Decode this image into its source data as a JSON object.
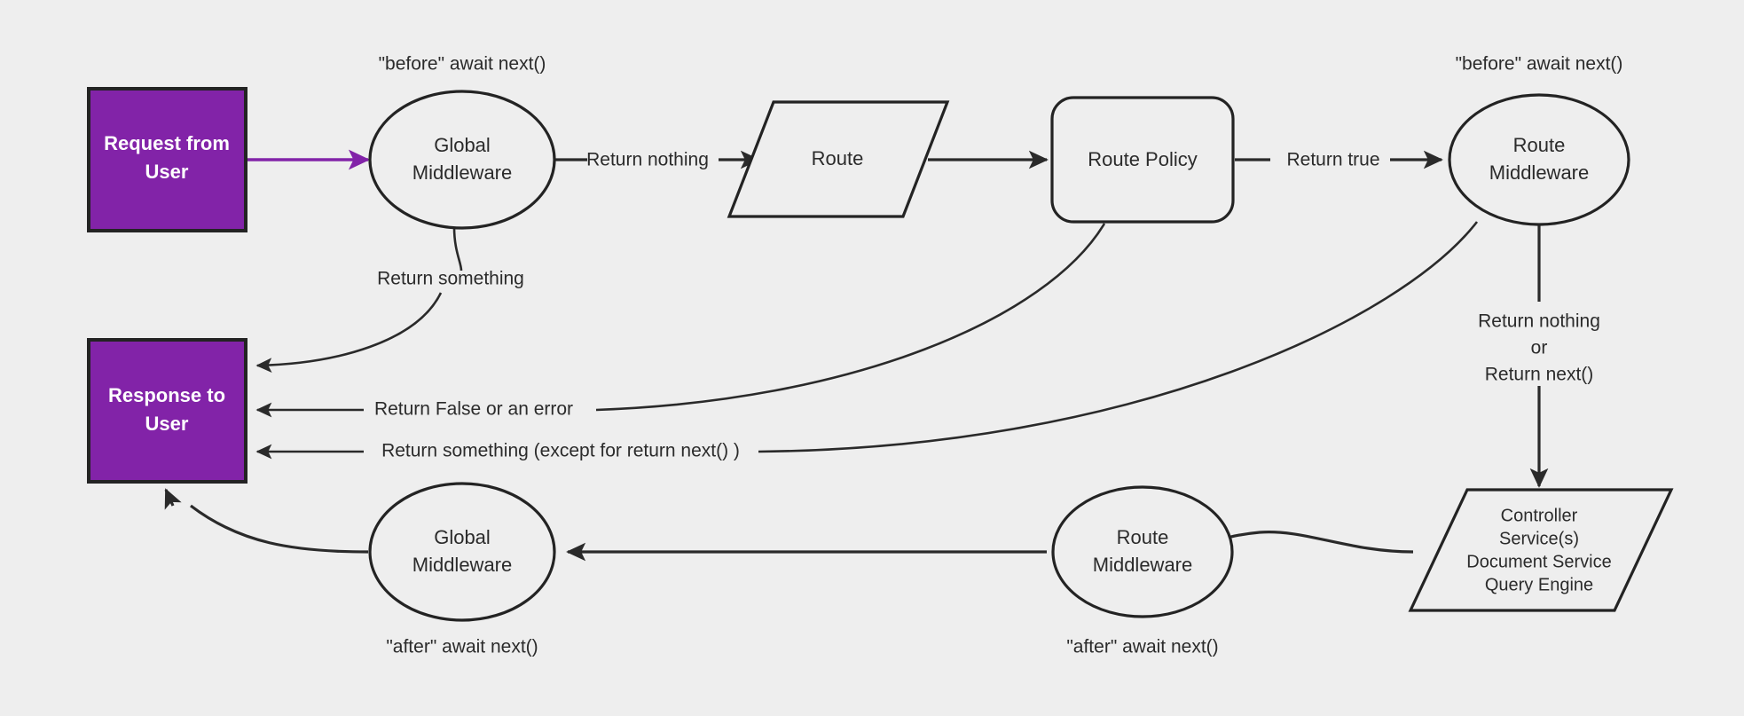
{
  "diagram": {
    "title": "Request lifecycle middleware flow",
    "background_color": "#eeeeee",
    "stroke_color": "#232323",
    "accent_color": "#8223a8",
    "accent_text_color": "#ffffff",
    "nodes": {
      "request_from_user": {
        "line1": "Request from",
        "line2": "User",
        "shape": "rectangle",
        "fill": "#8223a8"
      },
      "response_to_user": {
        "line1": "Response to",
        "line2": "User",
        "shape": "rectangle",
        "fill": "#8223a8"
      },
      "global_middleware_before": {
        "line1": "Global",
        "line2": "Middleware",
        "shape": "ellipse"
      },
      "route": {
        "line1": "Route",
        "shape": "parallelogram"
      },
      "route_policy": {
        "line1": "Route Policy",
        "shape": "rounded-rectangle"
      },
      "route_middleware_before": {
        "line1": "Route",
        "line2": "Middleware",
        "shape": "ellipse"
      },
      "handler": {
        "line1": "Controller",
        "line2": "Service(s)",
        "line3": "Document Service",
        "line4": "Query Engine",
        "shape": "parallelogram"
      },
      "route_middleware_after": {
        "line1": "Route",
        "line2": "Middleware",
        "shape": "ellipse"
      },
      "global_middleware_after": {
        "line1": "Global",
        "line2": "Middleware",
        "shape": "ellipse"
      }
    },
    "annotations": {
      "before_global": "\"before\" await next()",
      "before_route": "\"before\" await next()",
      "after_global": "\"after\" await next()",
      "after_route": "\"after\" await next()"
    },
    "edge_labels": {
      "request_to_global": "",
      "global_to_route": "Return nothing",
      "route_to_policy": "",
      "policy_to_route_middleware": "Return true",
      "global_return_something": "Return something",
      "policy_return_false": "Return False or an error",
      "route_middleware_return_something": "Return something (except for return next() )",
      "route_middleware_to_handler_line1": "Return nothing",
      "route_middleware_to_handler_line2": "or",
      "route_middleware_to_handler_line3": "Return next()"
    }
  }
}
